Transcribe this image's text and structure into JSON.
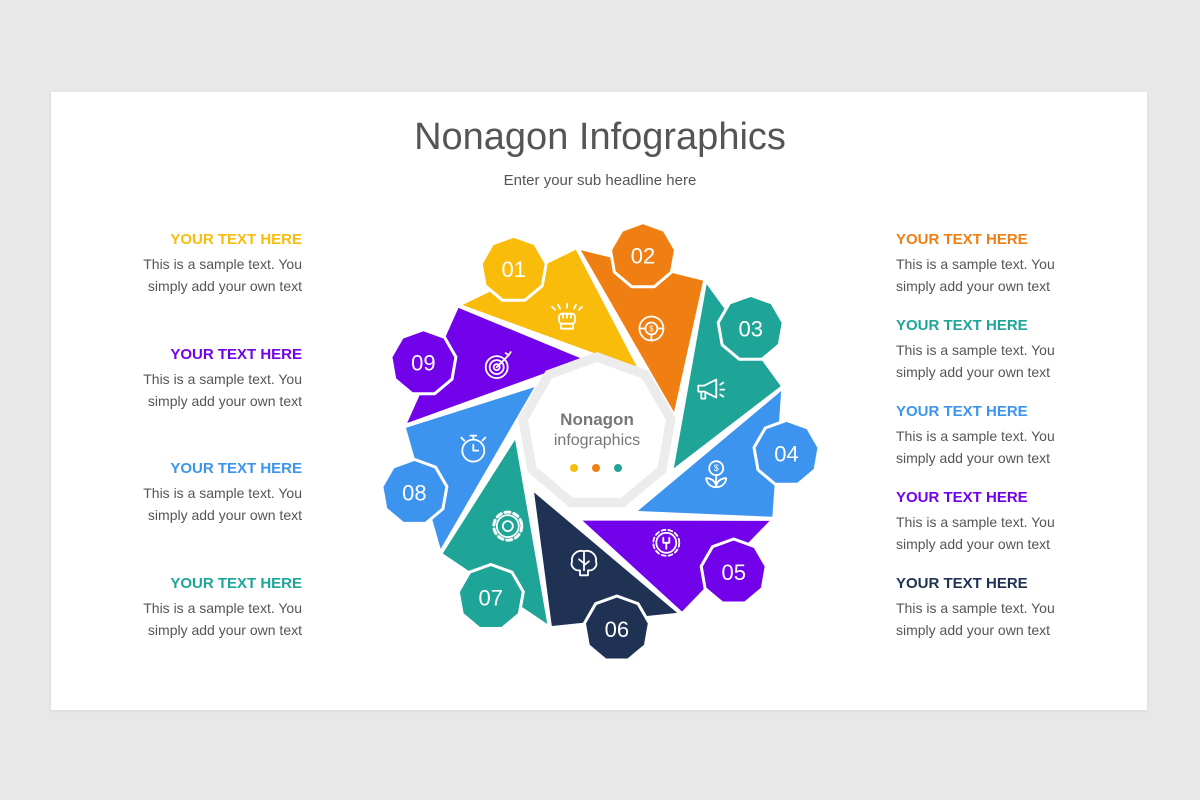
{
  "title": "Nonagon Infographics",
  "subtitle": "Enter your sub headline here",
  "center": {
    "line1": "Nonagon",
    "line2": "infographics",
    "dot_colors": [
      "#f9bc0b",
      "#f07f13",
      "#1fa598"
    ]
  },
  "segments": [
    {
      "number": "01",
      "color": "#f9bc0b",
      "icon": "fist-icon",
      "heading": "YOUR TEXT HERE",
      "body1": "This is a sample text. You",
      "body2": "simply add your own text"
    },
    {
      "number": "02",
      "color": "#f07f13",
      "icon": "dollar-cycle-icon",
      "heading": "YOUR TEXT HERE",
      "body1": "This is a sample text. You",
      "body2": "simply add your own text"
    },
    {
      "number": "03",
      "color": "#1fa598",
      "icon": "megaphone-icon",
      "heading": "YOUR TEXT HERE",
      "body1": "This is a sample text. You",
      "body2": "simply add your own text"
    },
    {
      "number": "04",
      "color": "#3d94ef",
      "icon": "money-plant-icon",
      "heading": "YOUR TEXT HERE",
      "body1": "This is a sample text. You",
      "body2": "simply add your own text"
    },
    {
      "number": "05",
      "color": "#7202e9",
      "icon": "gear-wrench-icon",
      "heading": "YOUR TEXT HERE",
      "body1": "This is a sample text. You",
      "body2": "simply add your own text"
    },
    {
      "number": "06",
      "color": "#1f3253",
      "icon": "brain-icon",
      "heading": "YOUR TEXT HERE",
      "body1": "This is a sample text. You",
      "body2": "simply add your own text"
    },
    {
      "number": "07",
      "color": "#1fa598",
      "icon": "gear-icon",
      "heading": "YOUR TEXT HERE",
      "body1": "This is a sample text. You",
      "body2": "simply add your own text"
    },
    {
      "number": "08",
      "color": "#3d94ef",
      "icon": "stopwatch-icon",
      "heading": "YOUR TEXT HERE",
      "body1": "This is a sample text. You",
      "body2": "simply add your own text"
    },
    {
      "number": "09",
      "color": "#7202e9",
      "icon": "target-icon",
      "heading": "YOUR TEXT HERE",
      "body1": "This is a sample text. You",
      "body2": "simply add your own text"
    }
  ]
}
